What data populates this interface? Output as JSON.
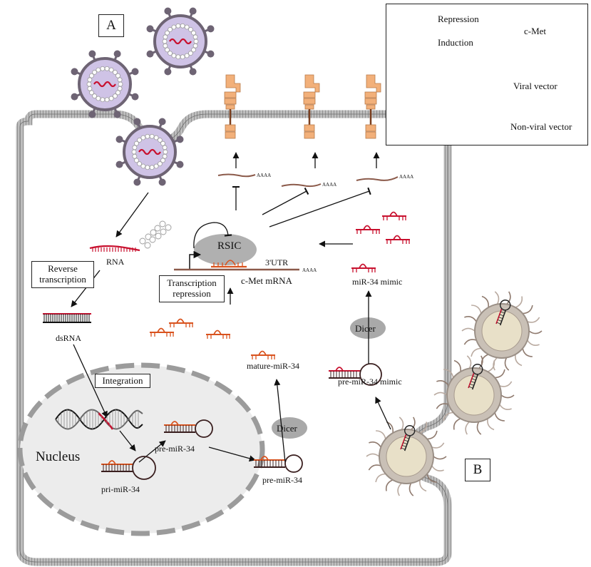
{
  "panels": {
    "a": "A",
    "b": "B"
  },
  "legend": {
    "repression": "Repression",
    "induction": "Induction",
    "cmet": "c-Met",
    "viral_vector": "Viral vector",
    "non_viral_vector": "Non-viral vector"
  },
  "labels": {
    "rna": "RNA",
    "reverse_transcription_line1": "Reverse",
    "reverse_transcription_line2": "transcription",
    "dsrna": "dsRNA",
    "integration": "Integration",
    "nucleus": "Nucleus",
    "pri_mir34": "pri-miR-34",
    "pre_mir34_nuclear": "pre-miR-34",
    "pre_mir34_cyto": "pre-miR-34",
    "dicer_left": "Dicer",
    "dicer_right": "Dicer",
    "mature_mir34": "mature-miR-34",
    "pre_mir34_mimic": "pre-miR-34 mimic",
    "mir34_mimic": "miR-34 mimic",
    "rsic": "RSIC",
    "utr": "3'UTR",
    "cmet_mrna": "c-Met mRNA",
    "transcription_repression_line1": "Transcription",
    "transcription_repression_line2": "repression",
    "polya": "AAAA"
  },
  "colors": {
    "membrane": "#9a9a9a",
    "viral_capsid": "#cfc3e6",
    "viral_spike": "#6e6474",
    "rna_red": "#c8102e",
    "mirna_orange": "#d9531e",
    "mrna_brown": "#8b5a4a",
    "cmet_receptor": "#f2b07a",
    "nucleus_fill": "#ececec",
    "dicer_gray": "#a9a9a9",
    "nonviral_core": "#e8e0c8"
  }
}
